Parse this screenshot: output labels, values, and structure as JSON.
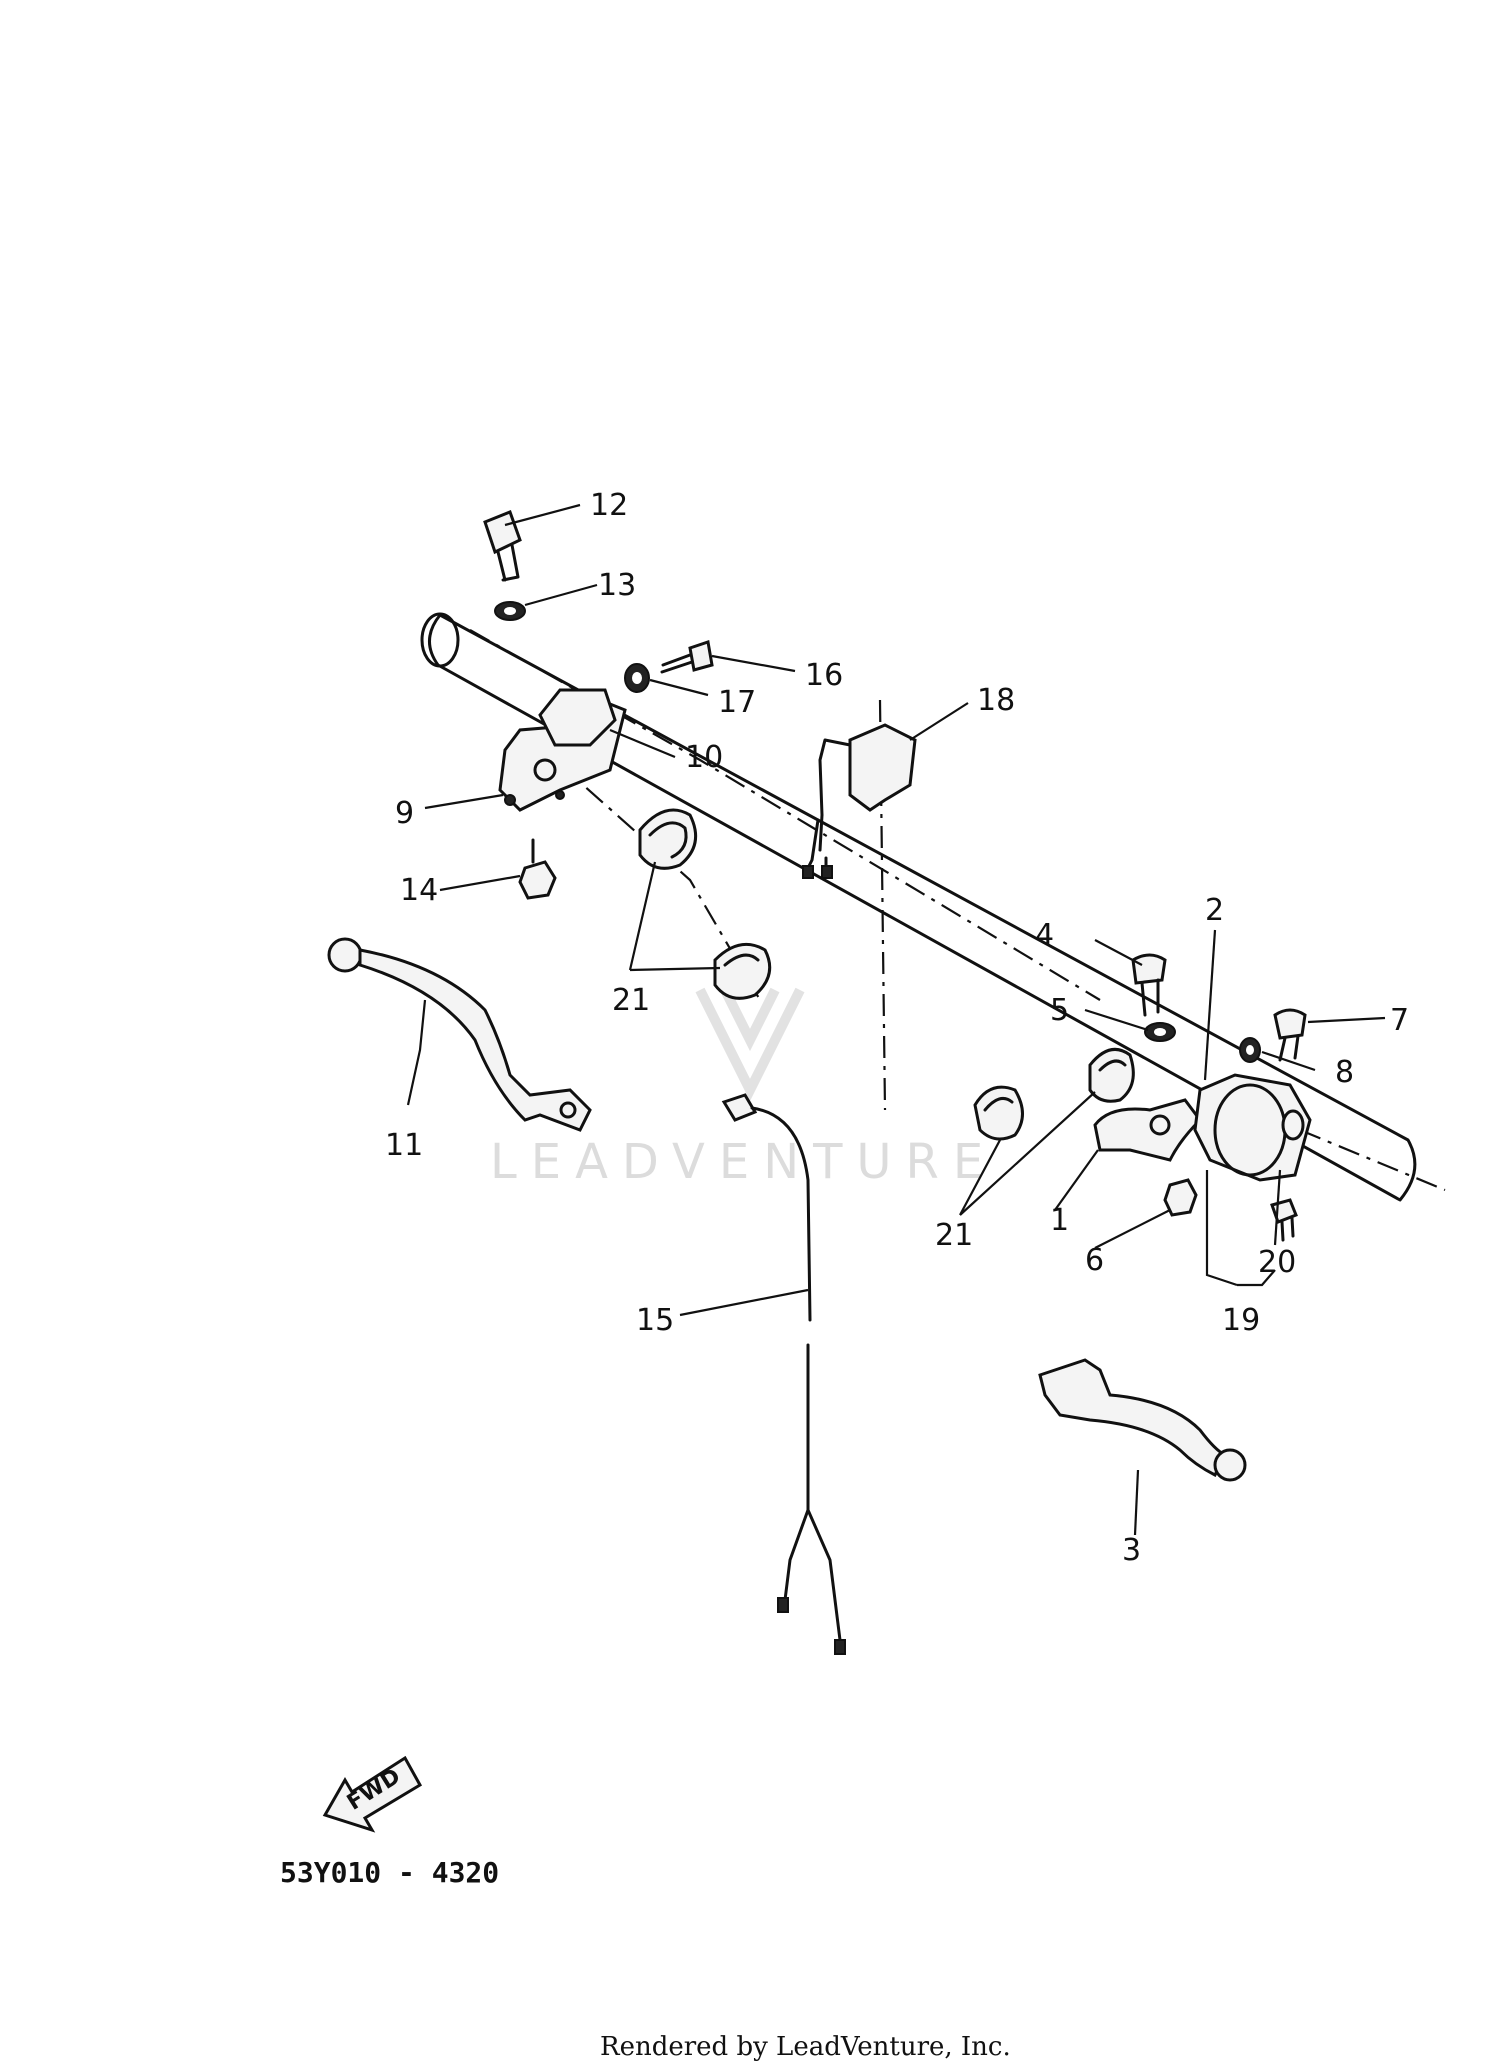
{
  "callouts": [
    {
      "id": "c1",
      "text": "1"
    },
    {
      "id": "c2",
      "text": "2"
    },
    {
      "id": "c3",
      "text": "3"
    },
    {
      "id": "c4",
      "text": "4"
    },
    {
      "id": "c5",
      "text": "5"
    },
    {
      "id": "c6",
      "text": "6"
    },
    {
      "id": "c7",
      "text": "7"
    },
    {
      "id": "c8",
      "text": "8"
    },
    {
      "id": "c9",
      "text": "9"
    },
    {
      "id": "c10",
      "text": "10"
    },
    {
      "id": "c11",
      "text": "11"
    },
    {
      "id": "c12",
      "text": "12"
    },
    {
      "id": "c13",
      "text": "13"
    },
    {
      "id": "c14",
      "text": "14"
    },
    {
      "id": "c15",
      "text": "15"
    },
    {
      "id": "c16",
      "text": "16"
    },
    {
      "id": "c17",
      "text": "17"
    },
    {
      "id": "c18",
      "text": "18"
    },
    {
      "id": "c19",
      "text": "19"
    },
    {
      "id": "c20",
      "text": "20"
    },
    {
      "id": "c21a",
      "text": "21"
    },
    {
      "id": "c21b",
      "text": "21"
    }
  ],
  "direction_label": "FWD",
  "diagram_code": "53Y010 - 4320",
  "watermark": "LEADVENTURE",
  "footer_credit": "Rendered by LeadVenture, Inc."
}
